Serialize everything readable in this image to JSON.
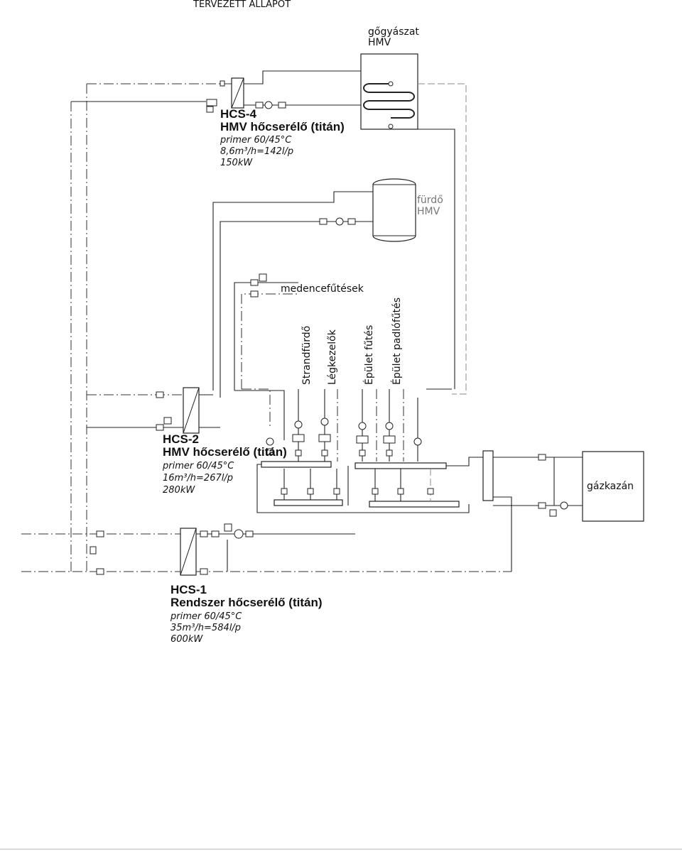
{
  "title": "TERVEZETT ÁLLAPOT",
  "loads": {
    "gogyaszat": [
      "gőgyászat",
      "HMV"
    ],
    "furdo": [
      "fürdő",
      "HMV"
    ],
    "medence": "medencefűtések",
    "strand": "Strandfürdő",
    "legkezelok": "Légkezelők",
    "epulet_futes": "Épület fűtés",
    "epulet_padlo": "Épület padlófűtés",
    "gazkazan": "gázkazán"
  },
  "hcs4": {
    "name": "HCS-4",
    "desc": "HMV hőcserélő (titán)",
    "specs": [
      "primer 60/45°C",
      "8,6m³/h=142l/p",
      "150kW"
    ]
  },
  "hcs2": {
    "name": "HCS-2",
    "desc": "HMV hőcserélő (titán)",
    "specs": [
      "primer 60/45°C",
      "16m³/h=267l/p",
      "280kW"
    ]
  },
  "hcs1": {
    "name": "HCS-1",
    "desc": "Rendszer hőcserélő (titán)",
    "specs": [
      "primer 60/45°C",
      "35m³/h=584l/p",
      "600kW"
    ]
  }
}
